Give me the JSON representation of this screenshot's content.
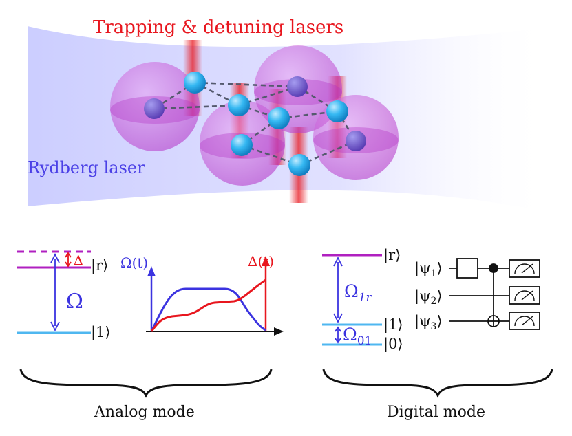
{
  "top": {
    "trapping_label": "Trapping & detuning lasers",
    "rydberg_label": "Rydberg laser",
    "colors": {
      "trap": "#e8161e",
      "rydberg": "#4b40e6",
      "blockade": "#c94fd6",
      "atom": "#2fb6f0"
    }
  },
  "analog": {
    "delta_symbol": "Δ",
    "r_ket": "|r⟩",
    "omega_symbol": "Ω",
    "one_ket": "|1⟩",
    "omega_t_label": "Ω(t)",
    "delta_t_label": "Δ(t)",
    "mode_label": "Analog mode",
    "colors": {
      "omega": "#3b33e0",
      "delta": "#e8161e",
      "r_level": "#b020c0",
      "ground": "#4fb7f0"
    }
  },
  "digital": {
    "r_ket": "|r⟩",
    "omega_1r": "Ω",
    "omega_1r_sub": "1r",
    "one_ket": "|1⟩",
    "omega_01": "Ω",
    "omega_01_sub": "01",
    "zero_ket": "|0⟩",
    "psi1": "|ψ",
    "psi1_sub": "1",
    "psi2": "|ψ",
    "psi2_sub": "2",
    "psi3": "|ψ",
    "psi3_sub": "3",
    "ket_close": "⟩",
    "mode_label": "Digital mode"
  }
}
